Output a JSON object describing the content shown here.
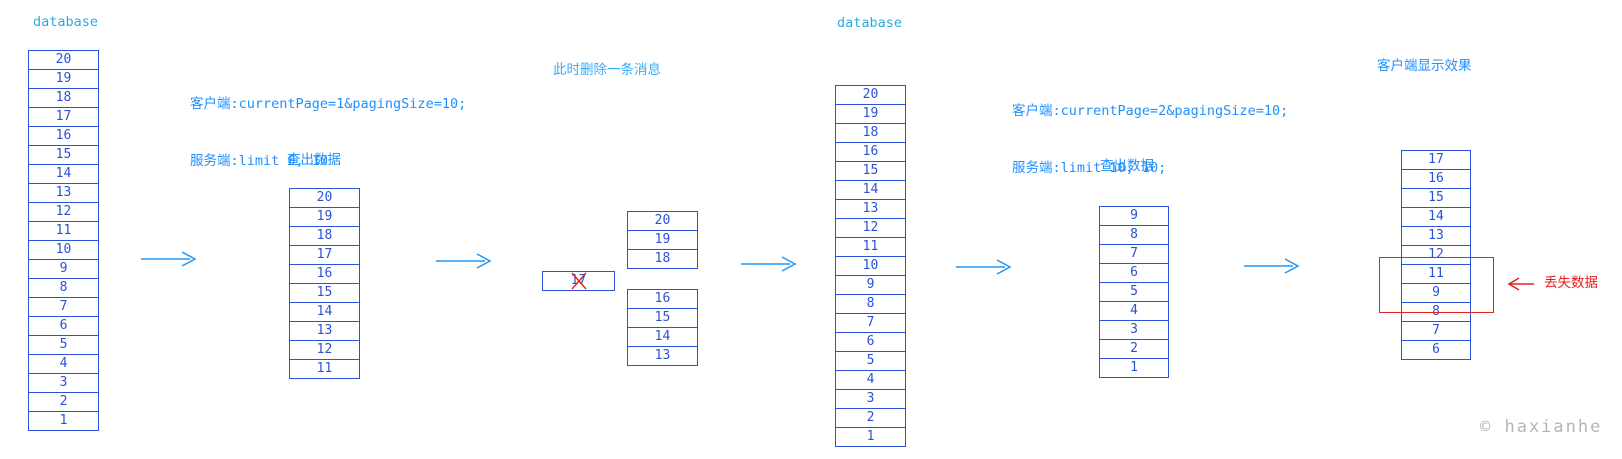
{
  "colors": {
    "cyan_label": "#29ABE2",
    "blue_text": "#1E90FF",
    "cell_blue": "#2B50D9",
    "arrow_blue": "#2196F3",
    "red": "#E02222",
    "watermark_gray": "#B5B5B5"
  },
  "section_db1": {
    "title": "database",
    "stack": [
      "20",
      "19",
      "18",
      "17",
      "16",
      "15",
      "14",
      "13",
      "12",
      "11",
      "10",
      "9",
      "8",
      "7",
      "6",
      "5",
      "4",
      "3",
      "2",
      "1"
    ]
  },
  "section_page1": {
    "line1": "客户端:currentPage=1&pagingSize=10;",
    "line2": "服务端:limit 0, 10",
    "query_label": "查出数据",
    "stack": [
      "20",
      "19",
      "18",
      "17",
      "16",
      "15",
      "14",
      "13",
      "12",
      "11"
    ]
  },
  "section_delete": {
    "note": "此时删除一条消息",
    "deleted_value": "17",
    "stack_top": [
      "20",
      "19",
      "18"
    ],
    "stack_bottom": [
      "16",
      "15",
      "14",
      "13"
    ]
  },
  "section_db2": {
    "title": "database",
    "stack": [
      "20",
      "19",
      "18",
      "16",
      "15",
      "14",
      "13",
      "12",
      "11",
      "10",
      "9",
      "8",
      "7",
      "6",
      "5",
      "4",
      "3",
      "2",
      "1"
    ]
  },
  "section_page2": {
    "line1": "客户端:currentPage=2&pagingSize=10;",
    "line2": "服务端:limit 10, 10;",
    "query_label": "查出数据",
    "stack": [
      "9",
      "8",
      "7",
      "6",
      "5",
      "4",
      "3",
      "2",
      "1"
    ]
  },
  "section_client": {
    "title": "客户端显示效果",
    "stack": [
      "17",
      "16",
      "15",
      "14",
      "13",
      "12",
      "11",
      "9",
      "8",
      "7",
      "6"
    ],
    "lost_label": "丢失数据"
  },
  "watermark": "© haxianhe"
}
